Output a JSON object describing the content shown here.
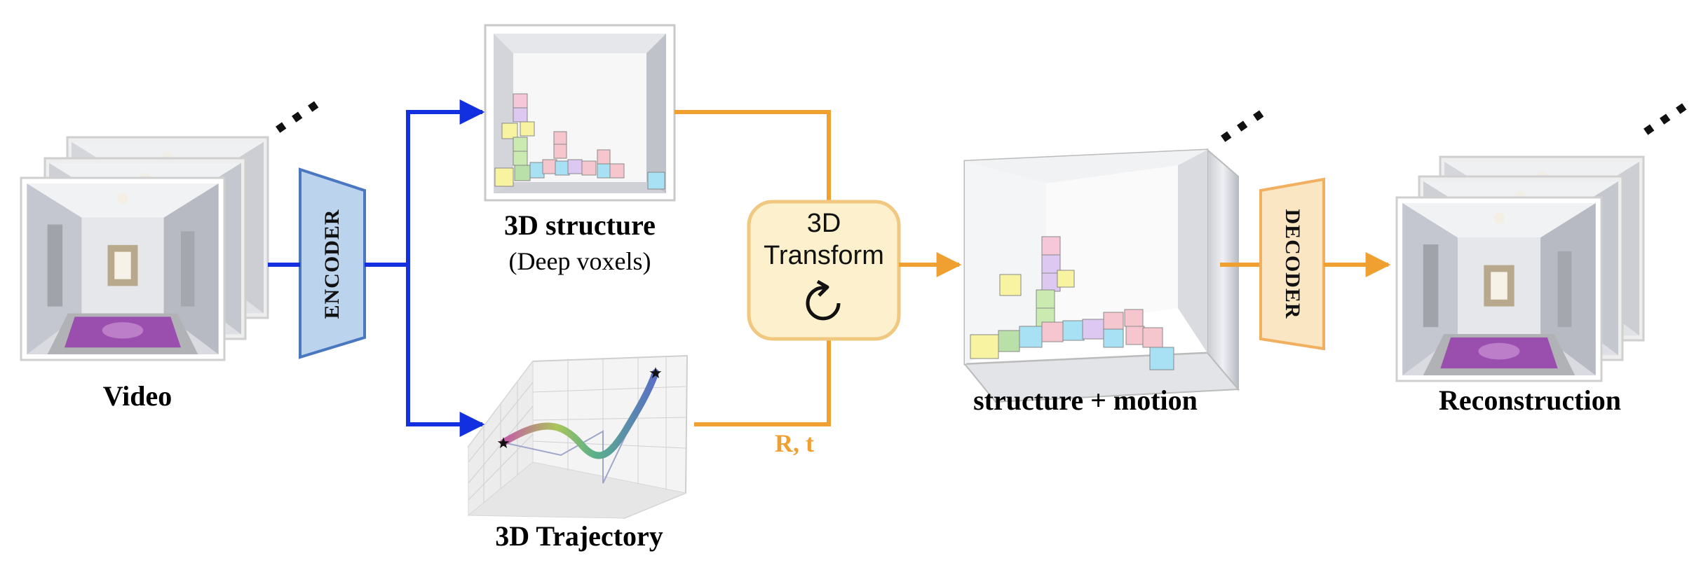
{
  "labels": {
    "video": "Video",
    "encoder": "ENCODER",
    "structure_title": "3D structure",
    "structure_sub": "(Deep voxels)",
    "trajectory": "3D Trajectory",
    "transform_line1": "3D",
    "transform_line2": "Transform",
    "rt": "R, t",
    "structure_motion": "structure + motion",
    "decoder": "DECODER",
    "reconstruction": "Reconstruction"
  },
  "icons": {
    "rotate": "rotate-icon",
    "ellipsis": "ellipsis-icon"
  },
  "colors": {
    "encoder_arrow": "#1230e0",
    "transform_arrow": "#f0a030",
    "encoder_fill": "#bcd3ee",
    "encoder_stroke": "#4a78c0",
    "decoder_fill": "#fbe6c4",
    "decoder_stroke": "#f0b060",
    "transform_fill": "#fdf0cc",
    "transform_stroke": "#f0c880",
    "rt_text": "#f0a030"
  }
}
